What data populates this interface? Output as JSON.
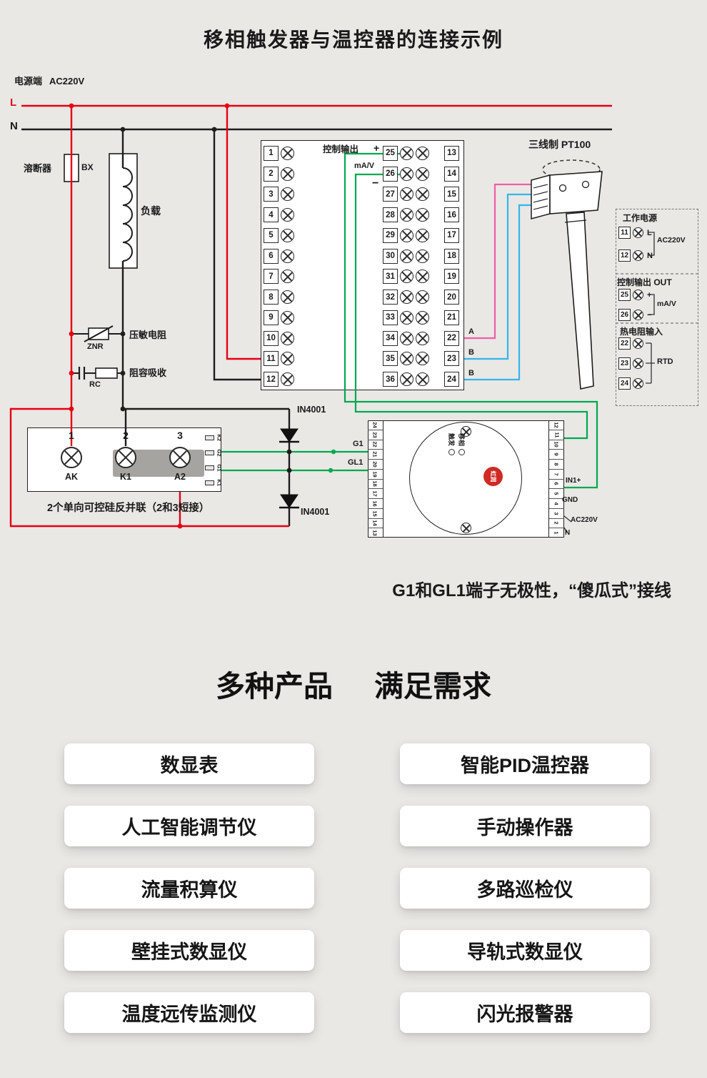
{
  "title": "移相触发器与温控器的连接示例",
  "power": {
    "label": "电源端",
    "voltage": "AC220V",
    "l": "L",
    "n": "N"
  },
  "components": {
    "fuse": "溶断器",
    "fuse_code": "BX",
    "load": "负载",
    "varistor": "压敏电阻",
    "varistor_code": "ZNR",
    "rc": "阻容吸收",
    "rc_code": "RC"
  },
  "controller": {
    "left": [
      "1",
      "2",
      "3",
      "4",
      "5",
      "6",
      "7",
      "8",
      "9",
      "10",
      "11",
      "12"
    ],
    "mid": [
      "25",
      "26",
      "27",
      "28",
      "29",
      "30",
      "31",
      "32",
      "33",
      "34",
      "35",
      "36"
    ],
    "right": [
      "13",
      "14",
      "15",
      "16",
      "17",
      "18",
      "19",
      "20",
      "21",
      "22",
      "23",
      "24"
    ],
    "out_label": "控制输出",
    "plus": "+",
    "ma_v": "mA/V",
    "minus": "−",
    "wire_tags": [
      "A",
      "B",
      "B"
    ]
  },
  "sensor": {
    "label": "三线制 PT100"
  },
  "side_panel": {
    "power_title": "工作电源",
    "power_rows": [
      {
        "num": "11",
        "tag": "L"
      },
      {
        "num": "12",
        "tag": "N"
      }
    ],
    "power_ac": "AC220V",
    "out_title": "控制输出 OUT",
    "out_rows": [
      {
        "num": "25",
        "tag": "+"
      },
      {
        "num": "26",
        "tag": "−"
      }
    ],
    "out_mav": "mA/V",
    "rtd_title": "热电阻输入",
    "rtd_rows": [
      {
        "num": "22"
      },
      {
        "num": "23"
      },
      {
        "num": "24"
      }
    ],
    "rtd_tag": "RTD"
  },
  "scr": {
    "terminals": [
      {
        "num": "1",
        "label": "AK"
      },
      {
        "num": "2",
        "label": "K1"
      },
      {
        "num": "3",
        "label": "A2"
      }
    ],
    "gates": [
      "K2",
      "G2",
      "G1",
      "K1"
    ],
    "caption": "2个单向可控硅反并联（2和3短接）"
  },
  "diodes": {
    "d1": "IN4001",
    "d2": "IN4001"
  },
  "module": {
    "left_nums": [
      "24",
      "23",
      "22",
      "21",
      "20",
      "19",
      "18",
      "17",
      "16",
      "15",
      "14",
      "13"
    ],
    "right_nums": [
      "12",
      "11",
      "10",
      "9",
      "8",
      "7",
      "6",
      "5",
      "4",
      "3",
      "2",
      "1"
    ],
    "g1": "G1",
    "gl1": "GL1",
    "indicators": [
      "移相",
      "触发"
    ],
    "badge": "虹润",
    "in1": "IN1+",
    "gnd": "GND",
    "ac": "AC220V",
    "n": "N"
  },
  "note": "G1和GL1端子无极性，“傻瓜式”接线",
  "products": {
    "heading_left": "多种产品",
    "heading_right": "满足需求",
    "left": [
      "数显表",
      "人工智能调节仪",
      "流量积算仪",
      "壁挂式数显仪",
      "温度远传监测仪"
    ],
    "right": [
      "智能PID温控器",
      "手动操作器",
      "多路巡检仪",
      "导轨式数显仪",
      "闪光报警器"
    ]
  },
  "colors": {
    "background": "#e9e8e5",
    "line_red": "#e60012",
    "line_black": "#1d1d1d",
    "wire_green": "#00a84f",
    "wire_pink": "#ed5fa7",
    "wire_blue": "#35b5ea",
    "badge_red": "#cf2a23"
  }
}
